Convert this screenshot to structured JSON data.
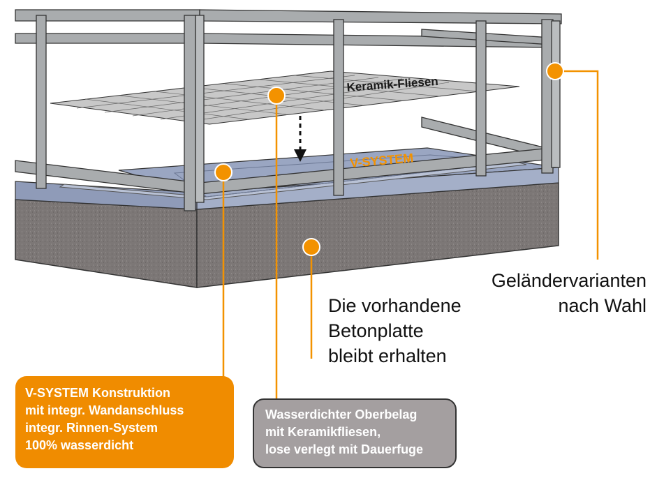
{
  "diagram": {
    "tiles_label": "Keramik-Fliesen",
    "system_label": "V-SYSTEM"
  },
  "callouts": {
    "beton": {
      "lines": [
        "Die vorhandene",
        "Betonplatte",
        "bleibt erhalten"
      ]
    },
    "gelaender": {
      "lines": [
        "Geländervarianten",
        "nach Wahl"
      ]
    }
  },
  "boxes": {
    "vsystem": {
      "lines": [
        "V-SYSTEM Konstruktion",
        "mit integr. Wandanschluss",
        "integr. Rinnen-System",
        "100% wasserdicht"
      ]
    },
    "oberbelag": {
      "lines": [
        "Wasserdichter Oberbelag",
        "mit Keramikfliesen,",
        "lose verlegt mit Dauerfuge"
      ]
    }
  },
  "colors": {
    "accent_orange": "#f39200",
    "box_orange": "#f08c00",
    "box_gray": "#a49fa0",
    "concrete": "#7c7776",
    "membrane": "#9aa6c2",
    "rail": "#a9acae"
  }
}
